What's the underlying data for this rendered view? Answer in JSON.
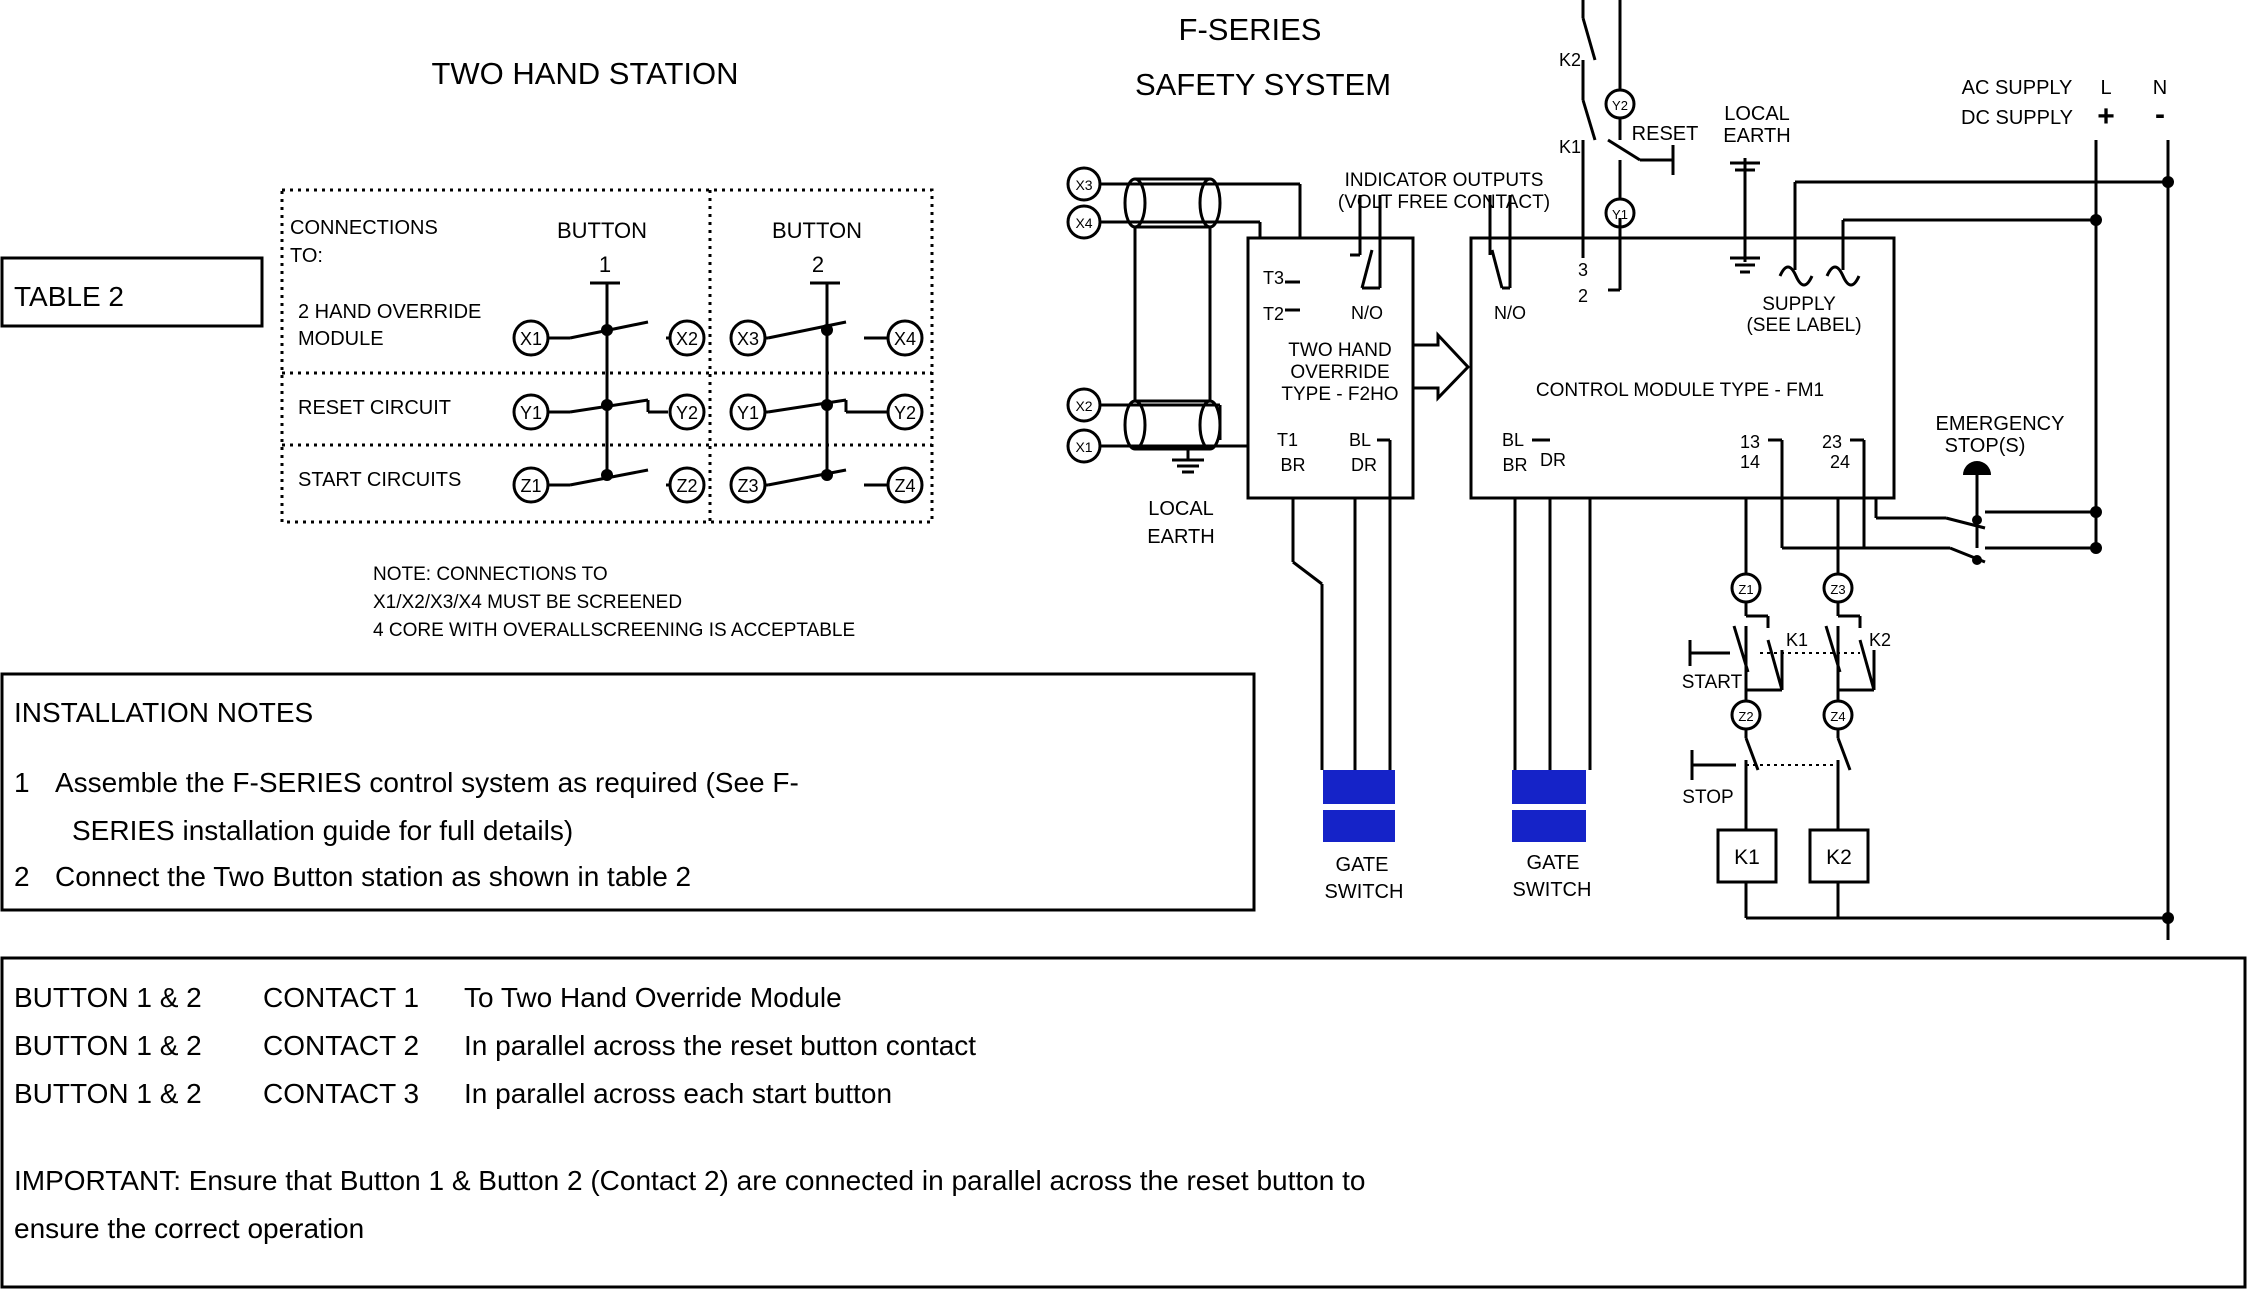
{
  "titles": {
    "two_hand_station": "TWO HAND STATION",
    "f_series_line1": "F-SERIES",
    "f_series_line2": "SAFETY SYSTEM"
  },
  "table2": {
    "label": "TABLE 2",
    "connections_line1": "CONNECTIONS",
    "connections_line2": "TO:",
    "button_header": "BUTTON",
    "button1_number": "1",
    "button2_number": "2",
    "row1_line1": "2 HAND OVERRIDE",
    "row1_line2": "MODULE",
    "row2": "RESET CIRCUIT",
    "row3": "START CIRCUITS",
    "terminals": [
      "X1",
      "X2",
      "X3",
      "X4",
      "Y1",
      "Y2",
      "Y1",
      "Y2",
      "Z1",
      "Z2",
      "Z3",
      "Z4"
    ]
  },
  "note": {
    "line1": "NOTE: CONNECTIONS TO",
    "line2": "X1/X2/X3/X4 MUST BE SCREENED",
    "line3": "4 CORE WITH OVERALLSCREENING IS ACCEPTABLE"
  },
  "installation": {
    "heading": "INSTALLATION NOTES",
    "item1_num": "1",
    "item1_line1": "Assemble the F-SERIES control system as required (See F-",
    "item1_line2": "SERIES installation guide for full details)",
    "item2_num": "2",
    "item2_text": "Connect the Two Button station as shown in table  2"
  },
  "contacts": [
    {
      "buttons": "BUTTON 1 & 2",
      "contact": "CONTACT 1",
      "description": "To Two Hand Override Module"
    },
    {
      "buttons": "BUTTON 1 & 2",
      "contact": "CONTACT 2",
      "description": "In parallel across  the reset button contact"
    },
    {
      "buttons": "BUTTON 1 & 2",
      "contact": "CONTACT 3",
      "description": "In parallel across each start button"
    }
  ],
  "important": {
    "line1": "IMPORTANT: Ensure that Button 1 & Button 2 (Contact 2) are connected in parallel across the reset button to",
    "line2": "ensure the correct operation"
  },
  "schematic": {
    "indicator_line1": "INDICATOR OUTPUTS",
    "indicator_line2": "(VOLT FREE CONTACT)",
    "local_earth_left_1": "LOCAL",
    "local_earth_left_2": "EARTH",
    "local_earth_right_1": "LOCAL",
    "local_earth_right_2": "EARTH",
    "reset": "RESET",
    "k1": "K1",
    "k2": "K2",
    "y1": "Y1",
    "y2": "Y2",
    "ac_supply": "AC SUPPLY",
    "dc_supply": "DC SUPPLY",
    "l": "L",
    "n": "N",
    "plus": "+",
    "minus": "-",
    "x1": "X1",
    "x2": "X2",
    "x3": "X3",
    "x4": "X4",
    "t1": "T1",
    "t2": "T2",
    "t3": "T3",
    "br": "BR",
    "bl": "BL",
    "dr": "DR",
    "no": "N/O",
    "f2ho_line1": "TWO HAND",
    "f2ho_line2": "OVERRIDE",
    "f2ho_line3": "TYPE - F2HO",
    "fm1_label": "CONTROL MODULE TYPE - FM1",
    "term3": "3",
    "term2": "2",
    "supply_line1": "SUPPLY",
    "supply_line2": "(SEE LABEL)",
    "t13": "13",
    "t14": "14",
    "t23": "23",
    "t24": "24",
    "emergency_line1": "EMERGENCY",
    "emergency_line2": "STOP(S)",
    "z1": "Z1",
    "z2": "Z2",
    "z3": "Z3",
    "z4": "Z4",
    "start": "START",
    "stop": "STOP",
    "k1_coil": "K1",
    "k2_coil": "K2",
    "gate_switch_1_line1": "GATE",
    "gate_switch_1_line2": "SWITCH",
    "gate_switch_2_line1": "GATE",
    "gate_switch_2_line2": "SWITCH",
    "blue_color": "#1523c8"
  }
}
